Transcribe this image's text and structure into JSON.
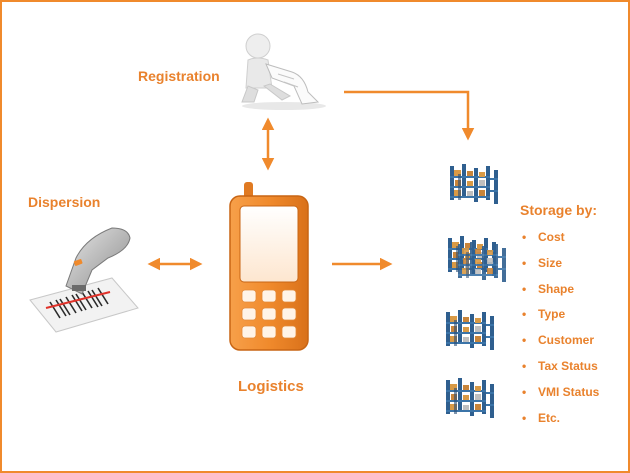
{
  "labels": {
    "registration": "Registration",
    "dispersion": "Dispersion",
    "logistics": "Logistics",
    "storage_title": "Storage by:"
  },
  "storage_items": [
    "Cost",
    "Size",
    "Shape",
    "Type",
    "Customer",
    "Tax Status",
    "VMI Status",
    "Etc."
  ],
  "icons": {
    "figure": "person-reading-scroll-icon",
    "scanner": "barcode-scanner-icon",
    "phone": "mobile-phone-icon",
    "racks": "warehouse-rack-icon"
  },
  "colors": {
    "accent": "#f08a2c",
    "text": "#e9822d",
    "rack_blue": "#2f5f8f",
    "rack_box": "#d99a45"
  }
}
